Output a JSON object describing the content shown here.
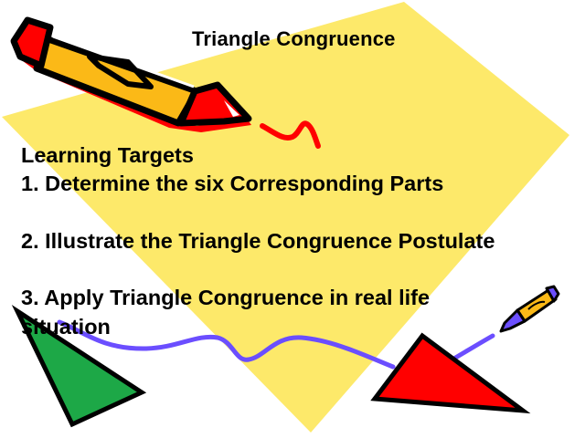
{
  "slide": {
    "title": "Triangle Congruence",
    "heading": "Learning Targets",
    "targets": [
      "1. Determine the six Corresponding Parts",
      "",
      "2. Illustrate the Triangle Congruence Postulate",
      "",
      "3. Apply Triangle Congruence in real life",
      "situation"
    ]
  },
  "decorations": {
    "background_shape": {
      "icon": "yellow-quadrilateral",
      "color": "#FDE96A"
    },
    "large_pencil": {
      "icon": "pencil-icon",
      "body_color": "#FBB917",
      "tip_color": "#FF0000"
    },
    "small_pencil": {
      "icon": "pencil-icon",
      "body_color": "#FBB917",
      "tip_color": "#6B4EFF"
    },
    "red_squiggle": {
      "color": "#FF0000"
    },
    "purple_curve": {
      "color": "#6B4EFF"
    },
    "green_triangle": {
      "color": "#1DA847"
    },
    "red_triangle": {
      "color": "#FF0000"
    }
  }
}
